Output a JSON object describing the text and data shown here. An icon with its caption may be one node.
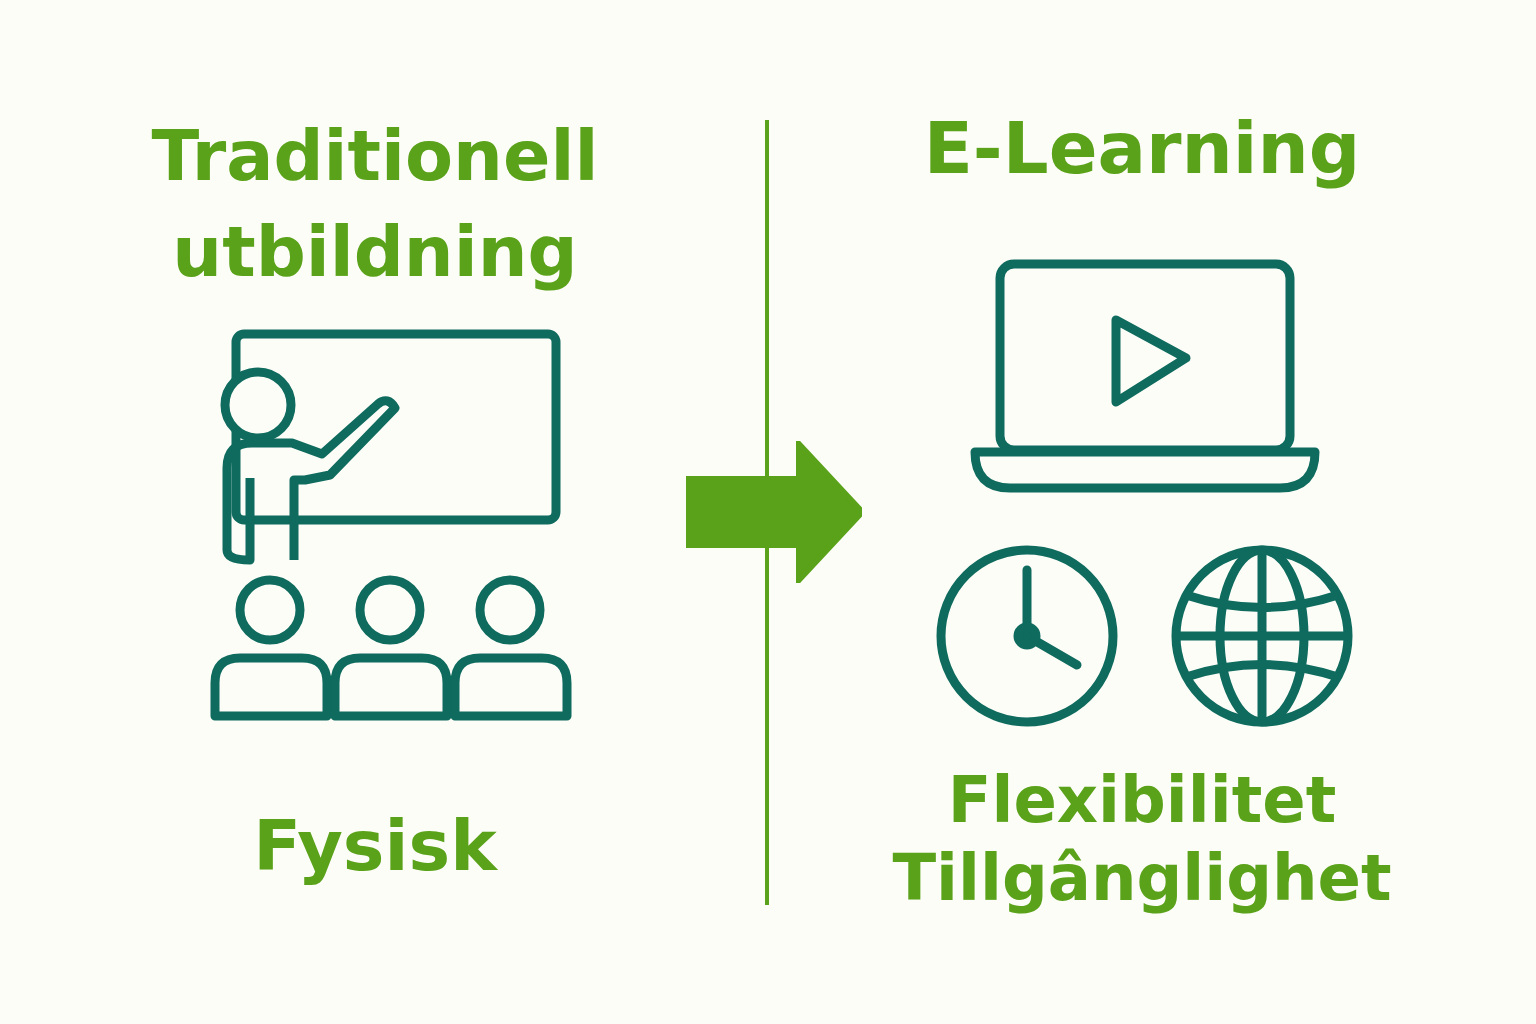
{
  "diagram": {
    "nodes": [
      {
        "text": [
          "Traditionell utbildning",
          "Fysisk"
        ]
      },
      {
        "text": [
          "E-Learning",
          "Flexibilitet",
          "Tillgânglighet"
        ]
      }
    ],
    "edges": [
      {
        "from": 0,
        "to": 1,
        "arrow": "to"
      }
    ]
  }
}
